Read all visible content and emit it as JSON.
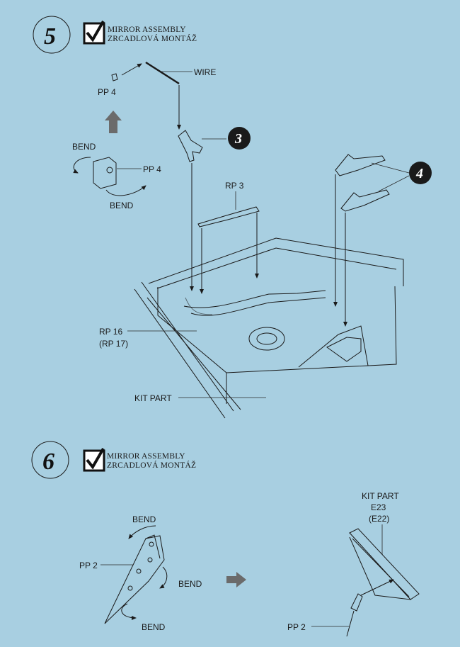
{
  "colors": {
    "background": "#a8cfe1",
    "ink": "#1a1a1a",
    "arrow_gray": "#6b6b6b"
  },
  "step5": {
    "number": "5",
    "title_en": "MIRROR  ASSEMBLY",
    "title_cz": "ZRCADLOVÁ MONTÁŽ",
    "labels": {
      "wire": "WIRE",
      "pp4_top": "PP 4",
      "bend_top": "BEND",
      "pp4_mid": "PP 4",
      "bend_bottom": "BEND",
      "rp3": "RP 3",
      "rp16": "RP 16",
      "rp17": "(RP 17)",
      "kit_part": "KIT PART"
    },
    "callouts": {
      "part3": "3",
      "part4": "4"
    }
  },
  "step6": {
    "number": "6",
    "title_en": "MIRROR  ASSEMBLY",
    "title_cz": "ZRCADLOVÁ MONTÁŽ",
    "labels": {
      "bend_top": "BEND",
      "pp2_left": "PP 2",
      "bend_right": "BEND",
      "bend_bottom": "BEND",
      "kit_part": "KIT PART",
      "e23": "E23",
      "e22": "(E22)",
      "pp2_right": "PP 2"
    }
  }
}
